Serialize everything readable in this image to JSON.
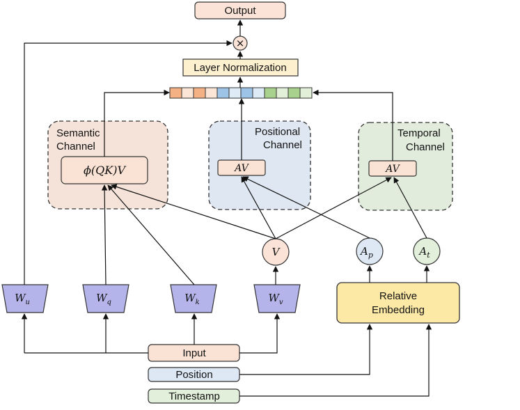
{
  "output_label": "Output",
  "multiply_symbol": "×",
  "layer_norm_label": "Layer Normalization",
  "channels": {
    "semantic": {
      "line1": "Semantic",
      "line2": "Channel",
      "op": "ϕ(QK)V",
      "color": "#f5e3d9"
    },
    "positional": {
      "line1": "Positional",
      "line2": "Channel",
      "op": "AV",
      "color": "#dfe7f2"
    },
    "temporal": {
      "line1": "Temporal",
      "line2": "Channel",
      "op": "AV",
      "color": "#e1ecdc"
    }
  },
  "v_node": "V",
  "ap_node": {
    "base": "A",
    "sub": "p"
  },
  "at_node": {
    "base": "A",
    "sub": "t"
  },
  "weights": [
    {
      "base": "W",
      "sub": "u"
    },
    {
      "base": "W",
      "sub": "q"
    },
    {
      "base": "W",
      "sub": "k"
    },
    {
      "base": "W",
      "sub": "v"
    }
  ],
  "relative_embedding": {
    "line1": "Relative",
    "line2": "Embedding",
    "color": "#fde9a6"
  },
  "inputs": {
    "input": {
      "label": "Input",
      "color": "#fae3d4"
    },
    "position": {
      "label": "Position",
      "color": "#dde8f4"
    },
    "timestamp": {
      "label": "Timestamp",
      "color": "#e2efda"
    }
  },
  "token_colors": [
    "#f4b183",
    "#fbe5d6",
    "#f4b183",
    "#fbe5d6",
    "#9dc3e6",
    "#deebf7",
    "#9dc3e6",
    "#deebf7",
    "#a9d18e",
    "#e2f0d9",
    "#a9d18e",
    "#e2f0d9"
  ],
  "weight_color": "#b4b4ea"
}
